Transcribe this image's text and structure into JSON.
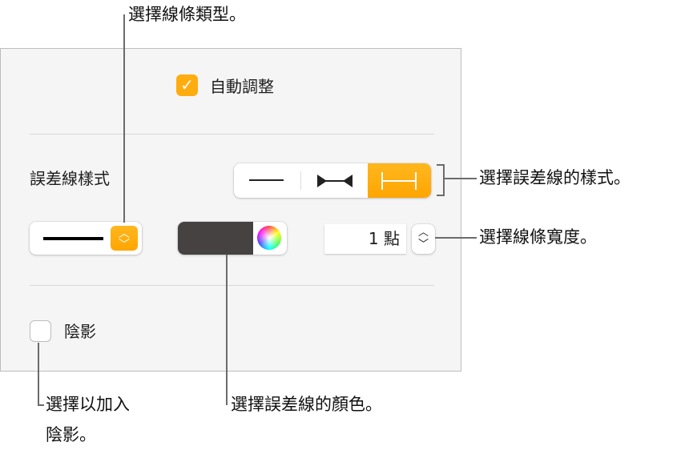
{
  "panel": {
    "auto_adjust": {
      "label": "自動調整",
      "checked": true
    },
    "error_bar_style_label": "誤差線樣式",
    "style_segments": [
      {
        "name": "line",
        "selected": false
      },
      {
        "name": "arrow-ends",
        "selected": false
      },
      {
        "name": "bar-ends",
        "selected": true
      }
    ],
    "line_width": {
      "value": "1 點"
    },
    "color_well": {
      "color": "#474242"
    },
    "shadow": {
      "label": "陰影",
      "checked": false
    }
  },
  "callouts": {
    "line_type": "選擇線條類型。",
    "error_bar_style": "選擇誤差線的樣式。",
    "line_width": "選擇線條寬度。",
    "shadow_line1": "選擇以加入",
    "shadow_line2": "陰影。",
    "color": "選擇誤差線的顏色。"
  },
  "colors": {
    "accent": "#ffac10"
  }
}
